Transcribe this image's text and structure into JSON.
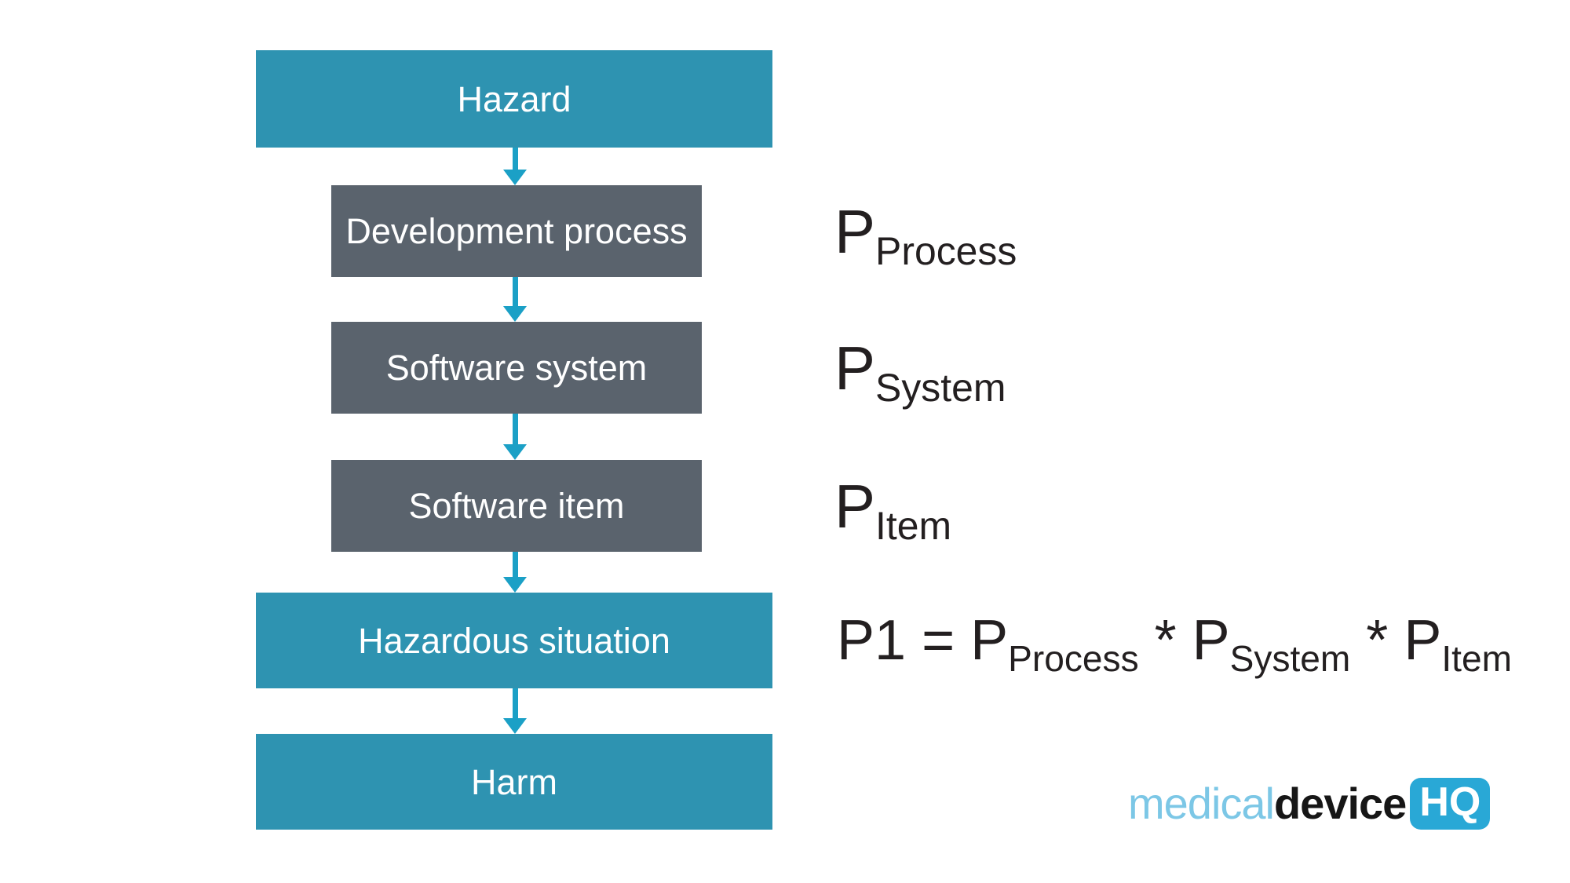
{
  "colors": {
    "teal_box": "#2E93B1",
    "gray_box": "#5A636D",
    "arrow": "#1BA0C6",
    "box_text": "#FFFFFF",
    "formula_text": "#231F20",
    "logo_medical": "#7CC7E6",
    "logo_device": "#161616",
    "logo_hq_bg": "#29A8D6",
    "logo_hq_text": "#FFFFFF"
  },
  "flow": {
    "nodes": [
      {
        "label": "Hazard",
        "kind": "hazard"
      },
      {
        "label": "Development process",
        "kind": "software-level"
      },
      {
        "label": "Software system",
        "kind": "software-level"
      },
      {
        "label": "Software item",
        "kind": "software-level"
      },
      {
        "label": "Hazardous situation",
        "kind": "hazard"
      },
      {
        "label": "Harm",
        "kind": "hazard"
      }
    ]
  },
  "formulas": {
    "process": {
      "base": "P",
      "sub": "Process"
    },
    "system": {
      "base": "P",
      "sub": "System"
    },
    "item": {
      "base": "P",
      "sub": "Item"
    },
    "equation": {
      "lhs": "P1 = P",
      "sub1": "Process",
      "op1": " * P",
      "sub2": "System",
      "op2": " * P",
      "sub3": "Item"
    }
  },
  "logo": {
    "medical": "medical",
    "device": "device",
    "hq": "HQ"
  }
}
